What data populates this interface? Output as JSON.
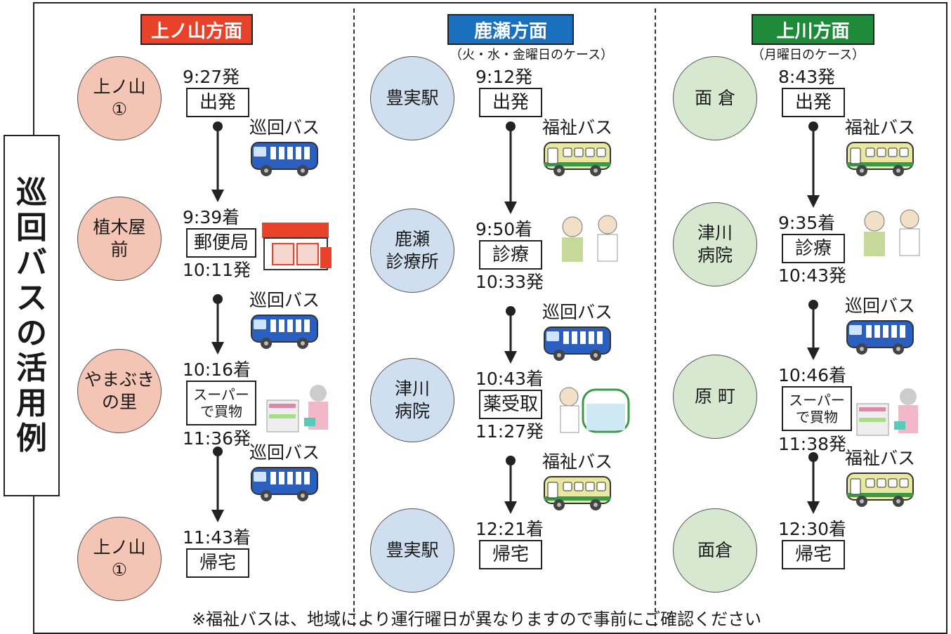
{
  "side_title": [
    "巡",
    "回",
    "バ",
    "ス",
    "の",
    "活",
    "用",
    "例"
  ],
  "columns": [
    {
      "header": "上ノ山方面",
      "header_color": "#e8432a",
      "note": "",
      "stops": [
        {
          "name": "上ノ山\n①",
          "time": "9:27発",
          "activity": "出発"
        },
        {
          "name": "植木屋\n前",
          "time": "9:39着",
          "activity": "郵便局",
          "time2": "10:11発"
        },
        {
          "name": "やまぶき\nの里",
          "time": "10:16着",
          "activity": "スーパー\nで買物",
          "time2": "11:36発"
        },
        {
          "name": "上ノ山\n①",
          "time": "11:43着",
          "activity": "帰宅"
        }
      ],
      "legs": [
        "巡回バス",
        "巡回バス",
        "巡回バス"
      ]
    },
    {
      "header": "鹿瀬方面",
      "header_color": "#1a6fbf",
      "note": "（火・水・金曜日のケース）",
      "stops": [
        {
          "name": "豊実駅",
          "time": "9:12発",
          "activity": "出発"
        },
        {
          "name": "鹿瀬\n診療所",
          "time": "9:50着",
          "activity": "診療",
          "time2": "10:33発"
        },
        {
          "name": "津川\n病院",
          "time": "10:43着",
          "activity": "薬受取",
          "time2": "11:27発"
        },
        {
          "name": "豊実駅",
          "time": "12:21着",
          "activity": "帰宅"
        }
      ],
      "legs": [
        "福祉バス",
        "巡回バス",
        "福祉バス"
      ]
    },
    {
      "header": "上川方面",
      "header_color": "#1e8a3a",
      "note": "（月曜日のケース）",
      "stops": [
        {
          "name": "面 倉",
          "time": "8:43発",
          "activity": "出発"
        },
        {
          "name": "津川\n病院",
          "time": "9:35着",
          "activity": "診療",
          "time2": "10:43発"
        },
        {
          "name": "原 町",
          "time": "10:46着",
          "activity": "スーパー\nで買物",
          "time2": "11:38発"
        },
        {
          "name": "面倉",
          "time": "12:30着",
          "activity": "帰宅"
        }
      ],
      "legs": [
        "福祉バス",
        "巡回バス",
        "福祉バス"
      ]
    }
  ],
  "footnote": "※福祉バスは、地域により運行曜日が異なりますので事前にご確認ください",
  "colors": {
    "patrol_bus": "#2b5fbf",
    "welfare_bus": "#e8e8a0",
    "post": "#e8432a"
  }
}
